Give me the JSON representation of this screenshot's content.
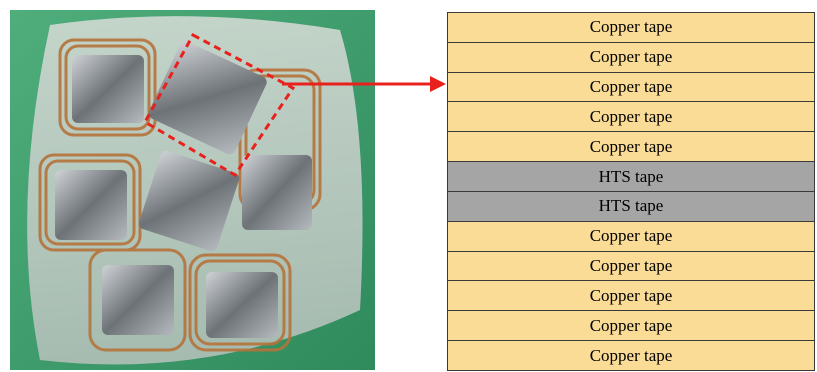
{
  "colors": {
    "copper_layer": "#fbdc96",
    "hts_layer": "#a5a5a5",
    "highlight": "#e8211d",
    "background_green": "#3b9a6a"
  },
  "photo": {
    "description_icon": "cable-bundle-photo"
  },
  "layers": [
    {
      "label": "Copper tape",
      "kind": "copper"
    },
    {
      "label": "Copper tape",
      "kind": "copper"
    },
    {
      "label": "Copper tape",
      "kind": "copper"
    },
    {
      "label": "Copper tape",
      "kind": "copper"
    },
    {
      "label": "Copper tape",
      "kind": "copper"
    },
    {
      "label": "HTS tape",
      "kind": "hts"
    },
    {
      "label": "HTS tape",
      "kind": "hts"
    },
    {
      "label": "Copper tape",
      "kind": "copper"
    },
    {
      "label": "Copper tape",
      "kind": "copper"
    },
    {
      "label": "Copper tape",
      "kind": "copper"
    },
    {
      "label": "Copper tape",
      "kind": "copper"
    },
    {
      "label": "Copper tape",
      "kind": "copper"
    }
  ]
}
